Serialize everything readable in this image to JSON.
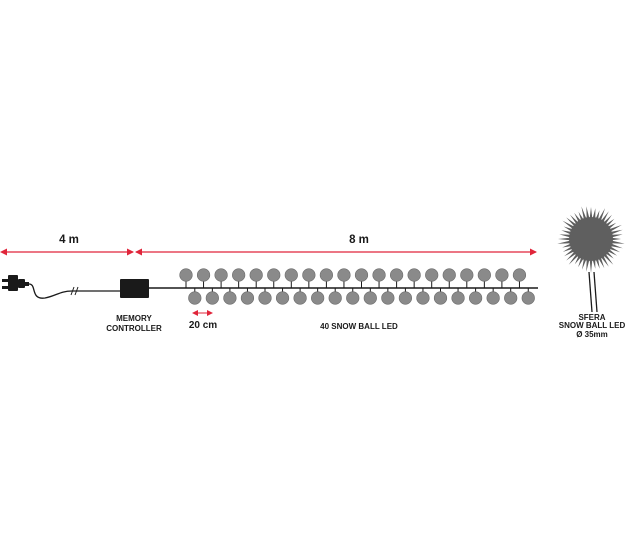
{
  "dimensions": {
    "feed_length": "4 m",
    "string_length": "8 m",
    "spacing": "20 cm"
  },
  "labels": {
    "controller_line1": "MEMORY",
    "controller_line2": "CONTROLLER",
    "led_string": "40 SNOW BALL LED",
    "detail_line1": "SFERA",
    "detail_line2": "SNOW BALL LED",
    "detail_line3": "Ø 35mm"
  },
  "led": {
    "count": 40
  },
  "colors": {
    "dimension_arrow": "#e0253a",
    "cable": "#1a1a1a",
    "led_fill": "#8a8a8a",
    "led_stroke": "#6a6a6a",
    "snowball": "#5f5f5f"
  },
  "icons": {
    "plug": "power-plug-icon",
    "controller": "controller-box-icon",
    "snowball": "snowball-led-icon"
  }
}
